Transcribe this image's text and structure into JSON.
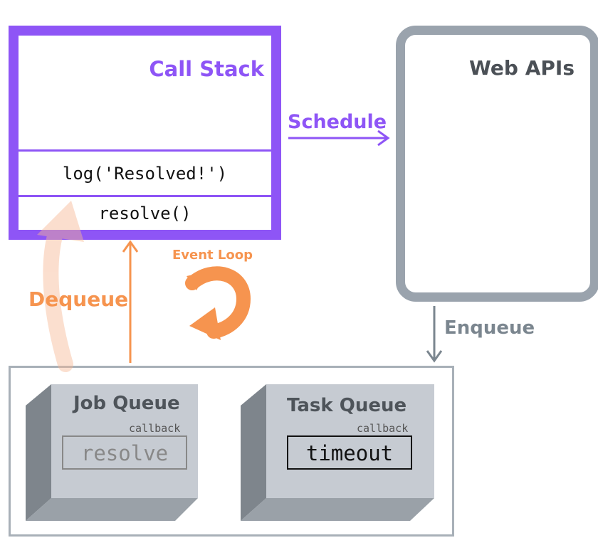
{
  "call_stack": {
    "title": "Call Stack",
    "frames": [
      "log('Resolved!')",
      "resolve()"
    ]
  },
  "web_apis": {
    "title": "Web APIs"
  },
  "arrows": {
    "schedule": "Schedule",
    "enqueue": "Enqueue",
    "dequeue": "Dequeue",
    "event_loop": "Event Loop"
  },
  "queues": {
    "job_queue": {
      "title": "Job Queue",
      "callback_label": "callback",
      "item": "resolve"
    },
    "task_queue": {
      "title": "Task Queue",
      "callback_label": "callback",
      "item": "timeout"
    }
  },
  "colors": {
    "accent_purple": "#8e55f6",
    "accent_orange": "#f6944f",
    "gray_border": "#9aa3ad",
    "queue_front": "#c6cbd2",
    "queue_side": "#7e858c"
  }
}
